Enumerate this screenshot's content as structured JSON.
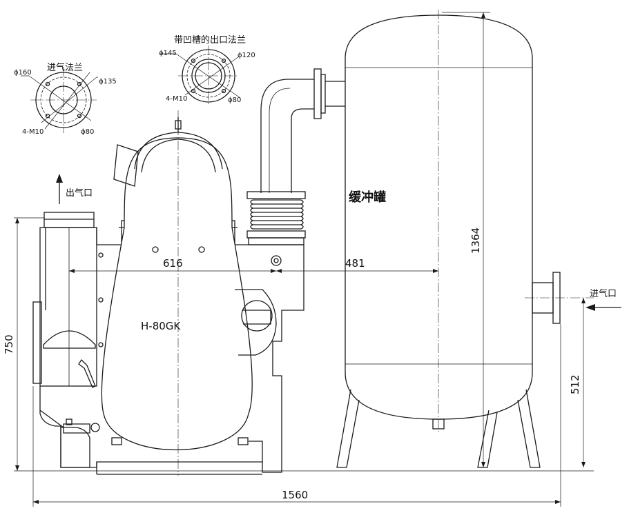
{
  "labels": {
    "inlet_flange_title": "进气法兰",
    "outlet_flange_title": "带凹槽的出口法兰",
    "outlet_port": "出气口",
    "inlet_port": "进气口",
    "buffer_tank": "缓冲罐",
    "pump_model": "H-80GK"
  },
  "inlet_flange": {
    "d_outer": "ϕ160",
    "d_bolt": "ϕ135",
    "d_bore": "ϕ80",
    "bolts": "4-M10"
  },
  "outlet_flange": {
    "d_outer": "ϕ145",
    "d_bolt": "ϕ120",
    "d_bore": "ϕ80",
    "bolts": "4-M10"
  },
  "dimensions": {
    "pump_to_center": "616",
    "center_to_tank": "481",
    "tank_height": "1364",
    "overall_height": "750",
    "inlet_height": "512",
    "overall_length": "1560"
  }
}
